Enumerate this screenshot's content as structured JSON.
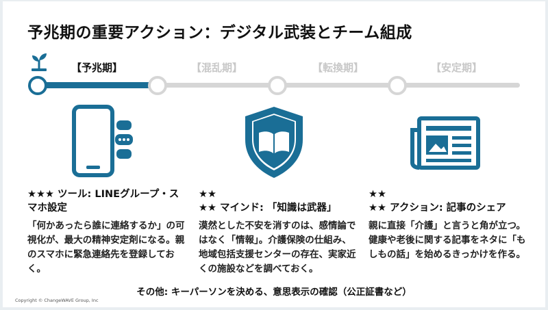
{
  "title": "予兆期の重要アクション：デジタル武装とチーム組成",
  "timeline": {
    "stages": [
      "【予兆期】",
      "【混乱期】",
      "【転換期】",
      "【安定期】"
    ],
    "active_index": 0,
    "accent_color": "#1a6e96",
    "inactive_color": "#d6d6d6",
    "icon": "sprout-icon"
  },
  "columns": [
    {
      "icon": "smartphone-chat-icon",
      "heading": "★★★ ツール: LINEグループ・スマホ設定",
      "body": "「何かあったら誰に連絡するか」の可視化が、最大の精神安定剤になる。親のスマホに緊急連絡先を登録しておく。"
    },
    {
      "icon": "shield-book-icon",
      "heading_line1": "★★",
      "heading": "★★ マインド: 「知識は武器」",
      "body": "漠然とした不安を消すのは、感情論ではなく「情報」。介護保険の仕組み、地域包括支援センターの存在、実家近くの施設などを調べておく。"
    },
    {
      "icon": "newspaper-icon",
      "heading_line1": "★★",
      "heading": "★★ アクション: 記事のシェア",
      "body": "親に直接「介護」と言うと角が立つ。健康や老後に関する記事をネタに「もしもの話」を始めるきっかけを作る。"
    }
  ],
  "footer_note": "その他: キーパーソンを決める、意思表示の確認（公正証書など）",
  "copyright": "Copyright © ChangeWAVE Group, Inc"
}
